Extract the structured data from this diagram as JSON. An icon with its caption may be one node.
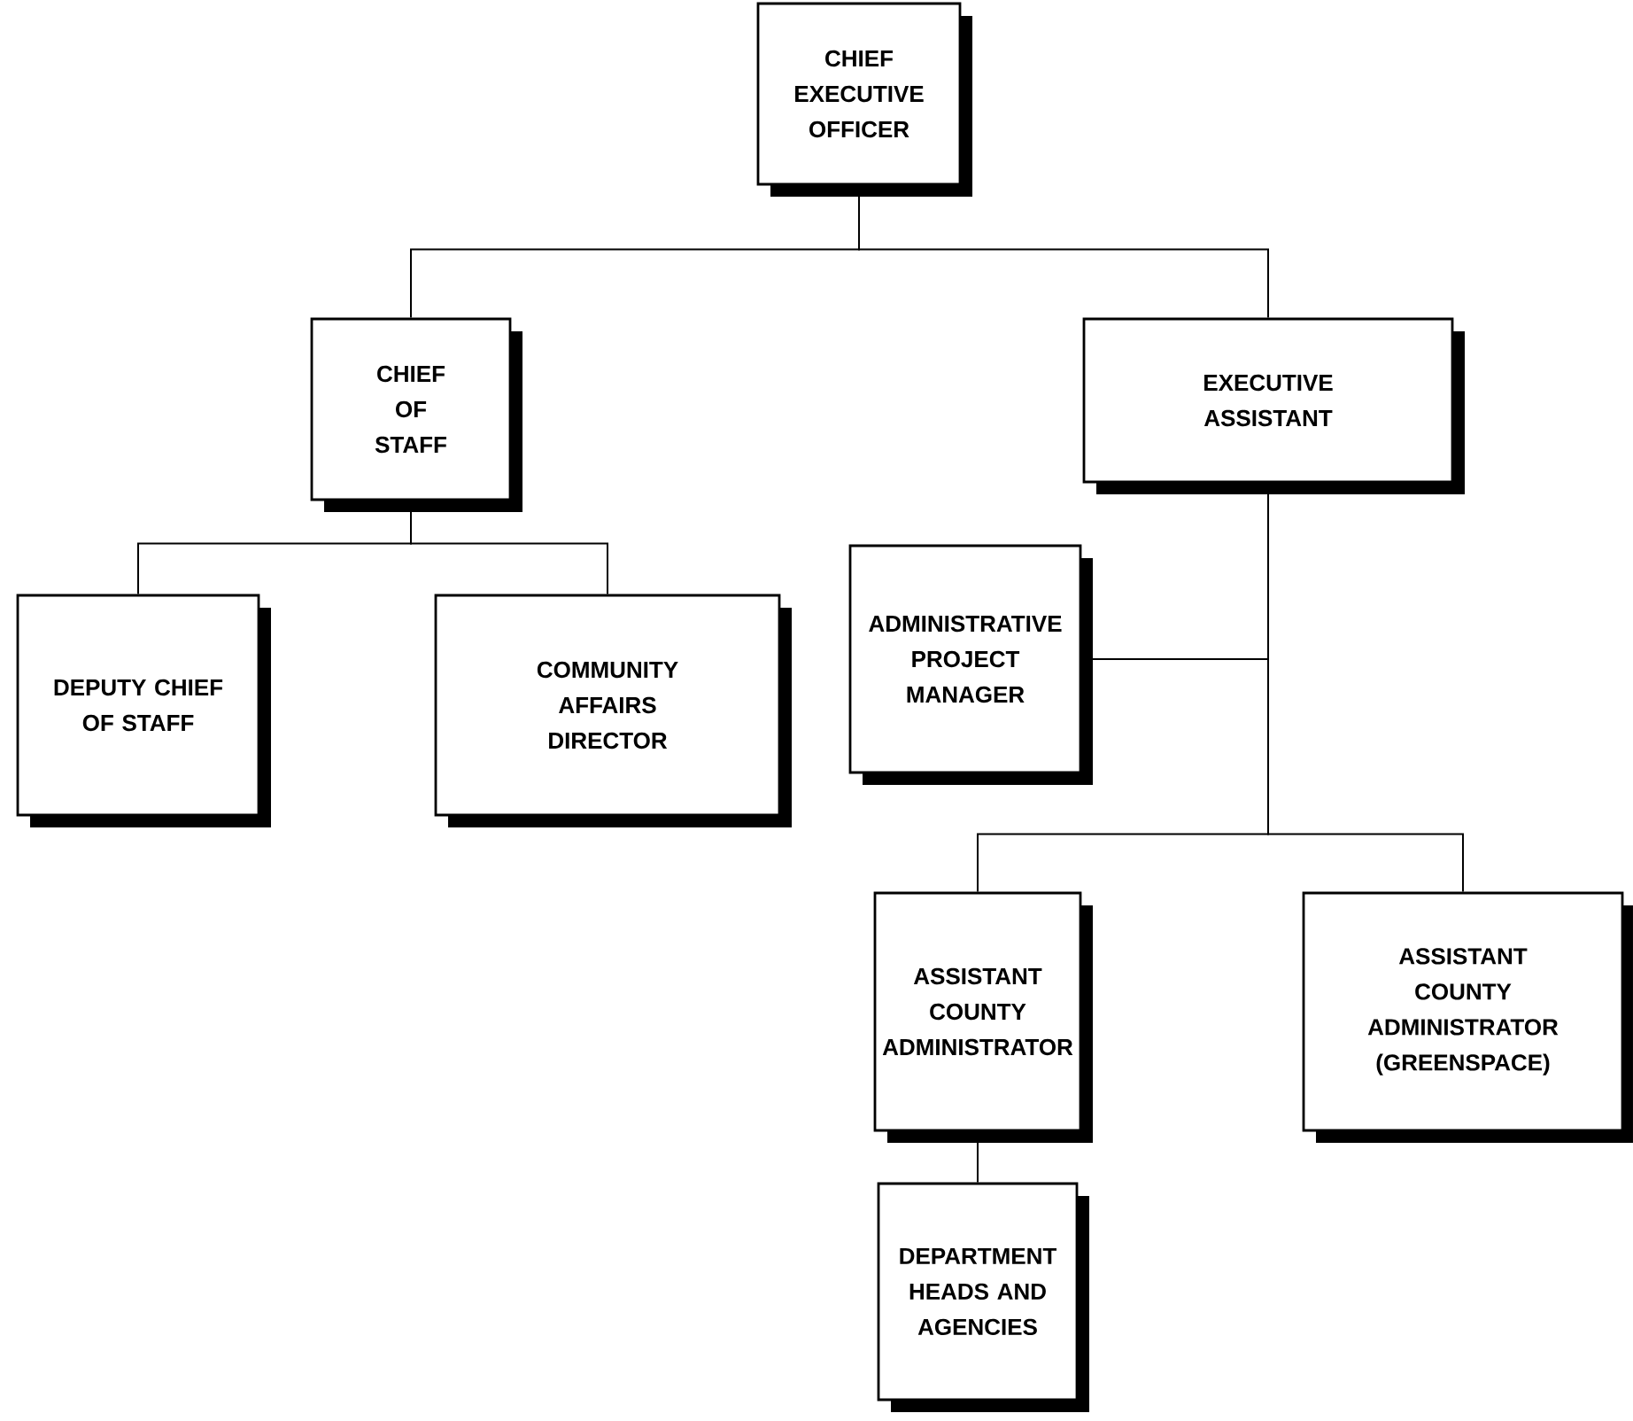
{
  "diagram": {
    "nodes": [
      {
        "text": [
          "CHIEF EXECUTIVE OFFICER"
        ]
      },
      {
        "text": [
          "CHIEF OF STAFF"
        ]
      },
      {
        "text": [
          "EXECUTIVE ASSISTANT"
        ]
      },
      {
        "text": [
          "ADMINISTRATIVE PROJECT MANAGER"
        ]
      },
      {
        "text": [
          "DEPUTY CHIEF OF STAFF"
        ]
      },
      {
        "text": [
          "COMMUNITY AFFAIRS DIRECTOR"
        ]
      },
      {
        "text": [
          "ASSISTANT COUNTY ADMINISTRATOR"
        ]
      },
      {
        "text": [
          "ASSISTANT COUNTY ADMINISTRATOR (GREENSPACE)"
        ]
      },
      {
        "text": [
          "DEPARTMENT HEADS AND AGENCIES"
        ]
      }
    ],
    "edges": [
      {
        "from": 0,
        "to": 1,
        "arrow": "none"
      },
      {
        "from": 0,
        "to": 2,
        "arrow": "none"
      },
      {
        "from": 1,
        "to": 4,
        "arrow": "none"
      },
      {
        "from": 1,
        "to": 5,
        "arrow": "none"
      },
      {
        "from": 2,
        "to": 3,
        "arrow": "none"
      },
      {
        "from": 2,
        "to": 6,
        "arrow": "none"
      },
      {
        "from": 2,
        "to": 7,
        "arrow": "none"
      },
      {
        "from": 6,
        "to": 8,
        "arrow": "none"
      }
    ]
  }
}
